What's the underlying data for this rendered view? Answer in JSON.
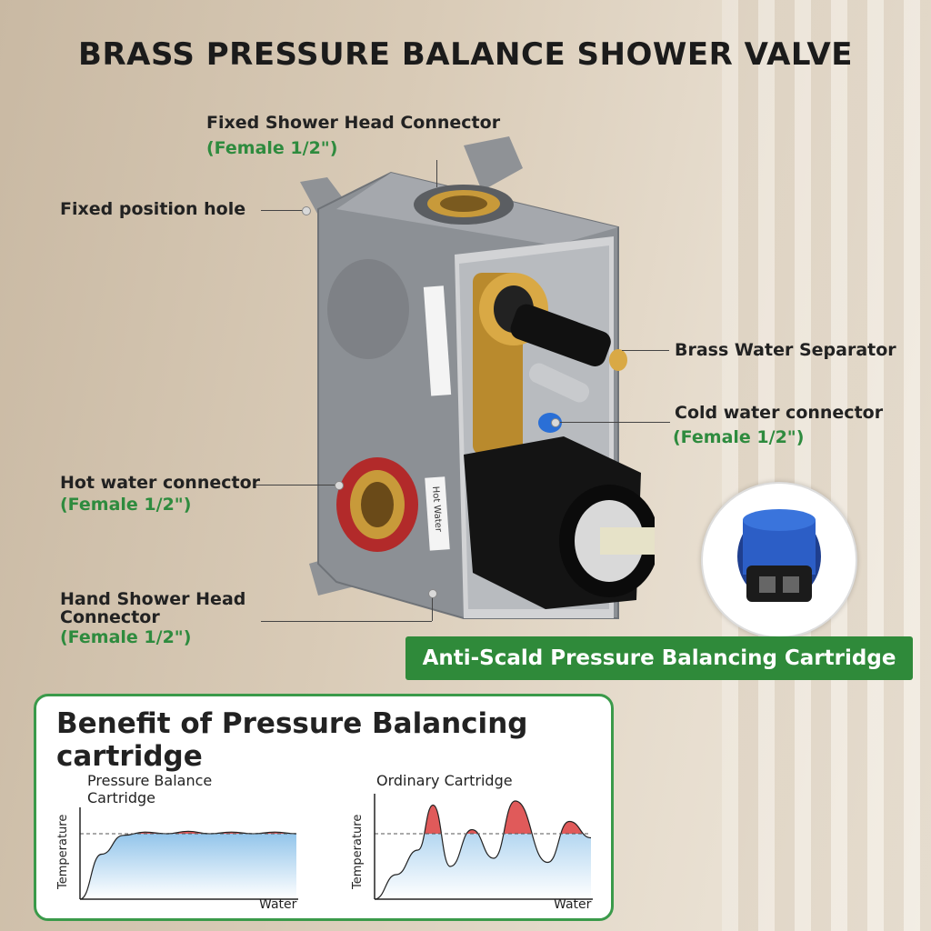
{
  "title": "BRASS PRESSURE BALANCE SHOWER VALVE",
  "callouts": {
    "fixed_shower": {
      "line1": "Fixed Shower Head Connector",
      "line2": "(Female 1/2\")"
    },
    "fixed_hole": {
      "line1": "Fixed position hole"
    },
    "separator": {
      "line1": "Brass Water Separator"
    },
    "cold": {
      "line1": "Cold water connector",
      "line2": "(Female 1/2\")"
    },
    "hot": {
      "line1": "Hot water connector",
      "line2": "(Female 1/2\")"
    },
    "hand_shower": {
      "line1": "Hand Shower Head",
      "line1b": "Connector",
      "line2": "(Female 1/2\")"
    }
  },
  "body_labels": {
    "hot_water": "Hot Water"
  },
  "banner": "Anti-Scald Pressure Balancing Cartridge",
  "panel": {
    "title": "Benefit of Pressure Balancing cartridge"
  },
  "chart_data": [
    {
      "type": "area",
      "title": "Pressure Balance Cartridge",
      "title_line1": "Pressure Balance",
      "title_line2": "Cartridge",
      "xlabel": "Water",
      "ylabel": "Temperature",
      "reference_line": "dashed",
      "x": [
        0,
        0.1,
        0.2,
        0.3,
        0.4,
        0.5,
        0.6,
        0.7,
        0.8,
        0.9,
        1.0
      ],
      "y": [
        0,
        0.55,
        0.78,
        0.82,
        0.8,
        0.83,
        0.8,
        0.82,
        0.8,
        0.82,
        0.8
      ]
    },
    {
      "type": "area",
      "title": "Ordinary Cartridge",
      "xlabel": "Water",
      "ylabel": "Temperature",
      "reference_line": "dashed",
      "x": [
        0,
        0.1,
        0.2,
        0.27,
        0.35,
        0.45,
        0.55,
        0.65,
        0.8,
        0.9,
        1.0
      ],
      "y": [
        0,
        0.3,
        0.6,
        1.15,
        0.4,
        0.85,
        0.5,
        1.2,
        0.45,
        0.95,
        0.75
      ]
    }
  ],
  "colors": {
    "accent_green": "#2e8b3e",
    "fill_blue": "#8fc3ea",
    "overflow_red": "#e05a5a"
  }
}
